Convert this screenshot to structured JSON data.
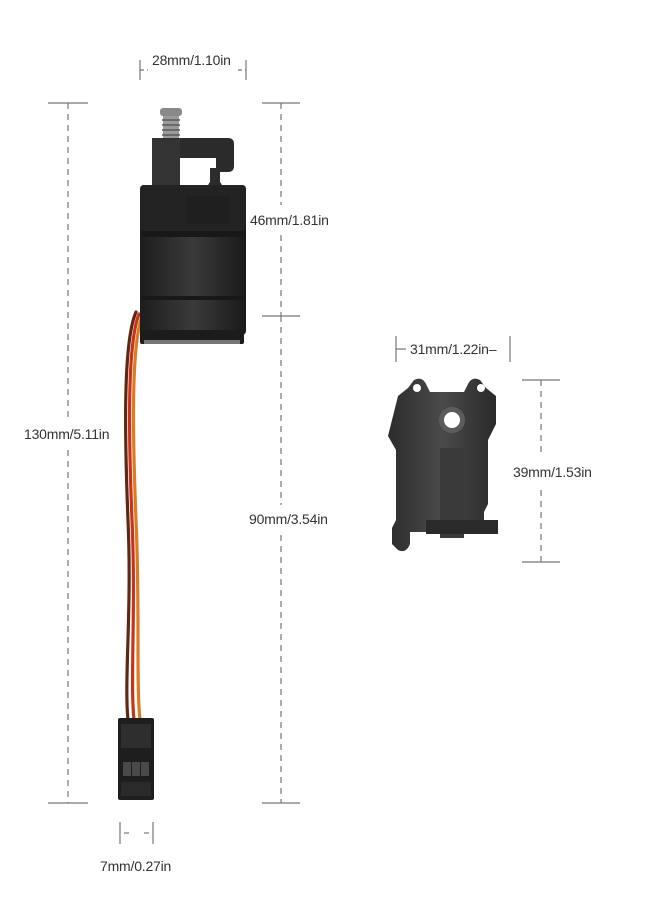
{
  "dimensions": {
    "servo_width": "28mm/1.10in",
    "servo_body_height": "46mm/1.81in",
    "total_length": "130mm/5.11in",
    "cable_length": "90mm/3.54in",
    "connector_width": "7mm/0.27in",
    "mount_width": "31mm/1.22in–",
    "mount_height": "39mm/1.53in"
  },
  "colors": {
    "background": "#ffffff",
    "servo_body": "#262626",
    "wire_brown": "#5a2a16",
    "wire_red": "#c8331c",
    "wire_orange": "#e07a1e",
    "dimension_line": "#777777"
  },
  "icons": {
    "servo": "servo-motor",
    "connector": "three-pin-connector",
    "bracket": "servo-mount-bracket"
  }
}
